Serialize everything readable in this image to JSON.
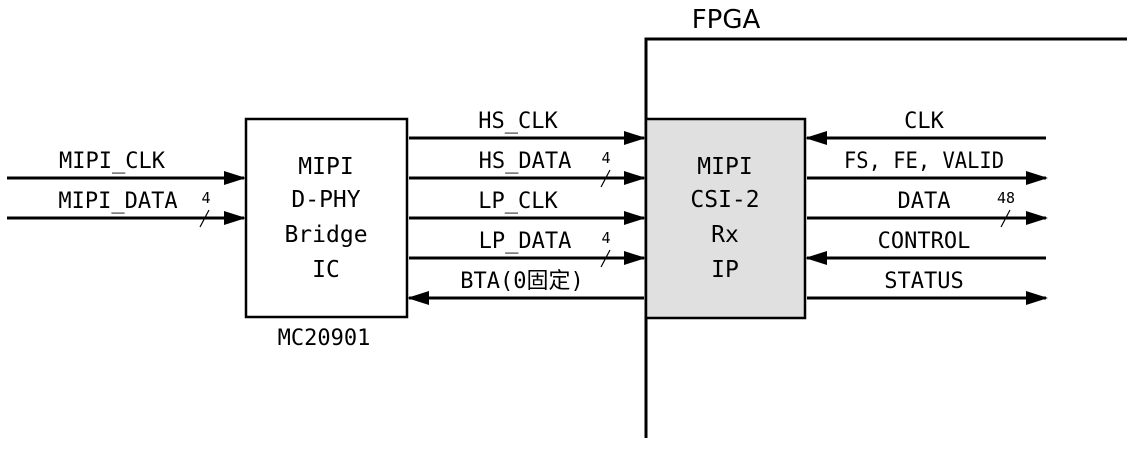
{
  "title": "FPGA",
  "bridge_block": {
    "lines": [
      "MIPI",
      "D-PHY",
      "Bridge",
      "IC"
    ],
    "part_number": "MC20901",
    "fill": "#ffffff"
  },
  "ip_block": {
    "lines": [
      "MIPI",
      "CSI-2",
      "Rx",
      "IP"
    ],
    "fill": "#e0e0e0"
  },
  "inputs": [
    {
      "label": "MIPI_CLK",
      "bus_width": "",
      "direction": "right"
    },
    {
      "label": "MIPI_DATA",
      "bus_width": "4",
      "direction": "right"
    }
  ],
  "internal_signals": [
    {
      "label": "HS_CLK",
      "bus_width": "",
      "direction": "right"
    },
    {
      "label": "HS_DATA",
      "bus_width": "4",
      "direction": "right"
    },
    {
      "label": "LP_CLK",
      "bus_width": "",
      "direction": "right"
    },
    {
      "label": "LP_DATA",
      "bus_width": "4",
      "direction": "right"
    },
    {
      "label": "BTA(0固定)",
      "bus_width": "",
      "direction": "left"
    }
  ],
  "outputs": [
    {
      "label": "CLK",
      "bus_width": "",
      "direction": "left"
    },
    {
      "label": "FS, FE, VALID",
      "bus_width": "",
      "direction": "right"
    },
    {
      "label": "DATA",
      "bus_width": "48",
      "direction": "right"
    },
    {
      "label": "CONTROL",
      "bus_width": "",
      "direction": "left"
    },
    {
      "label": "STATUS",
      "bus_width": "",
      "direction": "right"
    }
  ]
}
